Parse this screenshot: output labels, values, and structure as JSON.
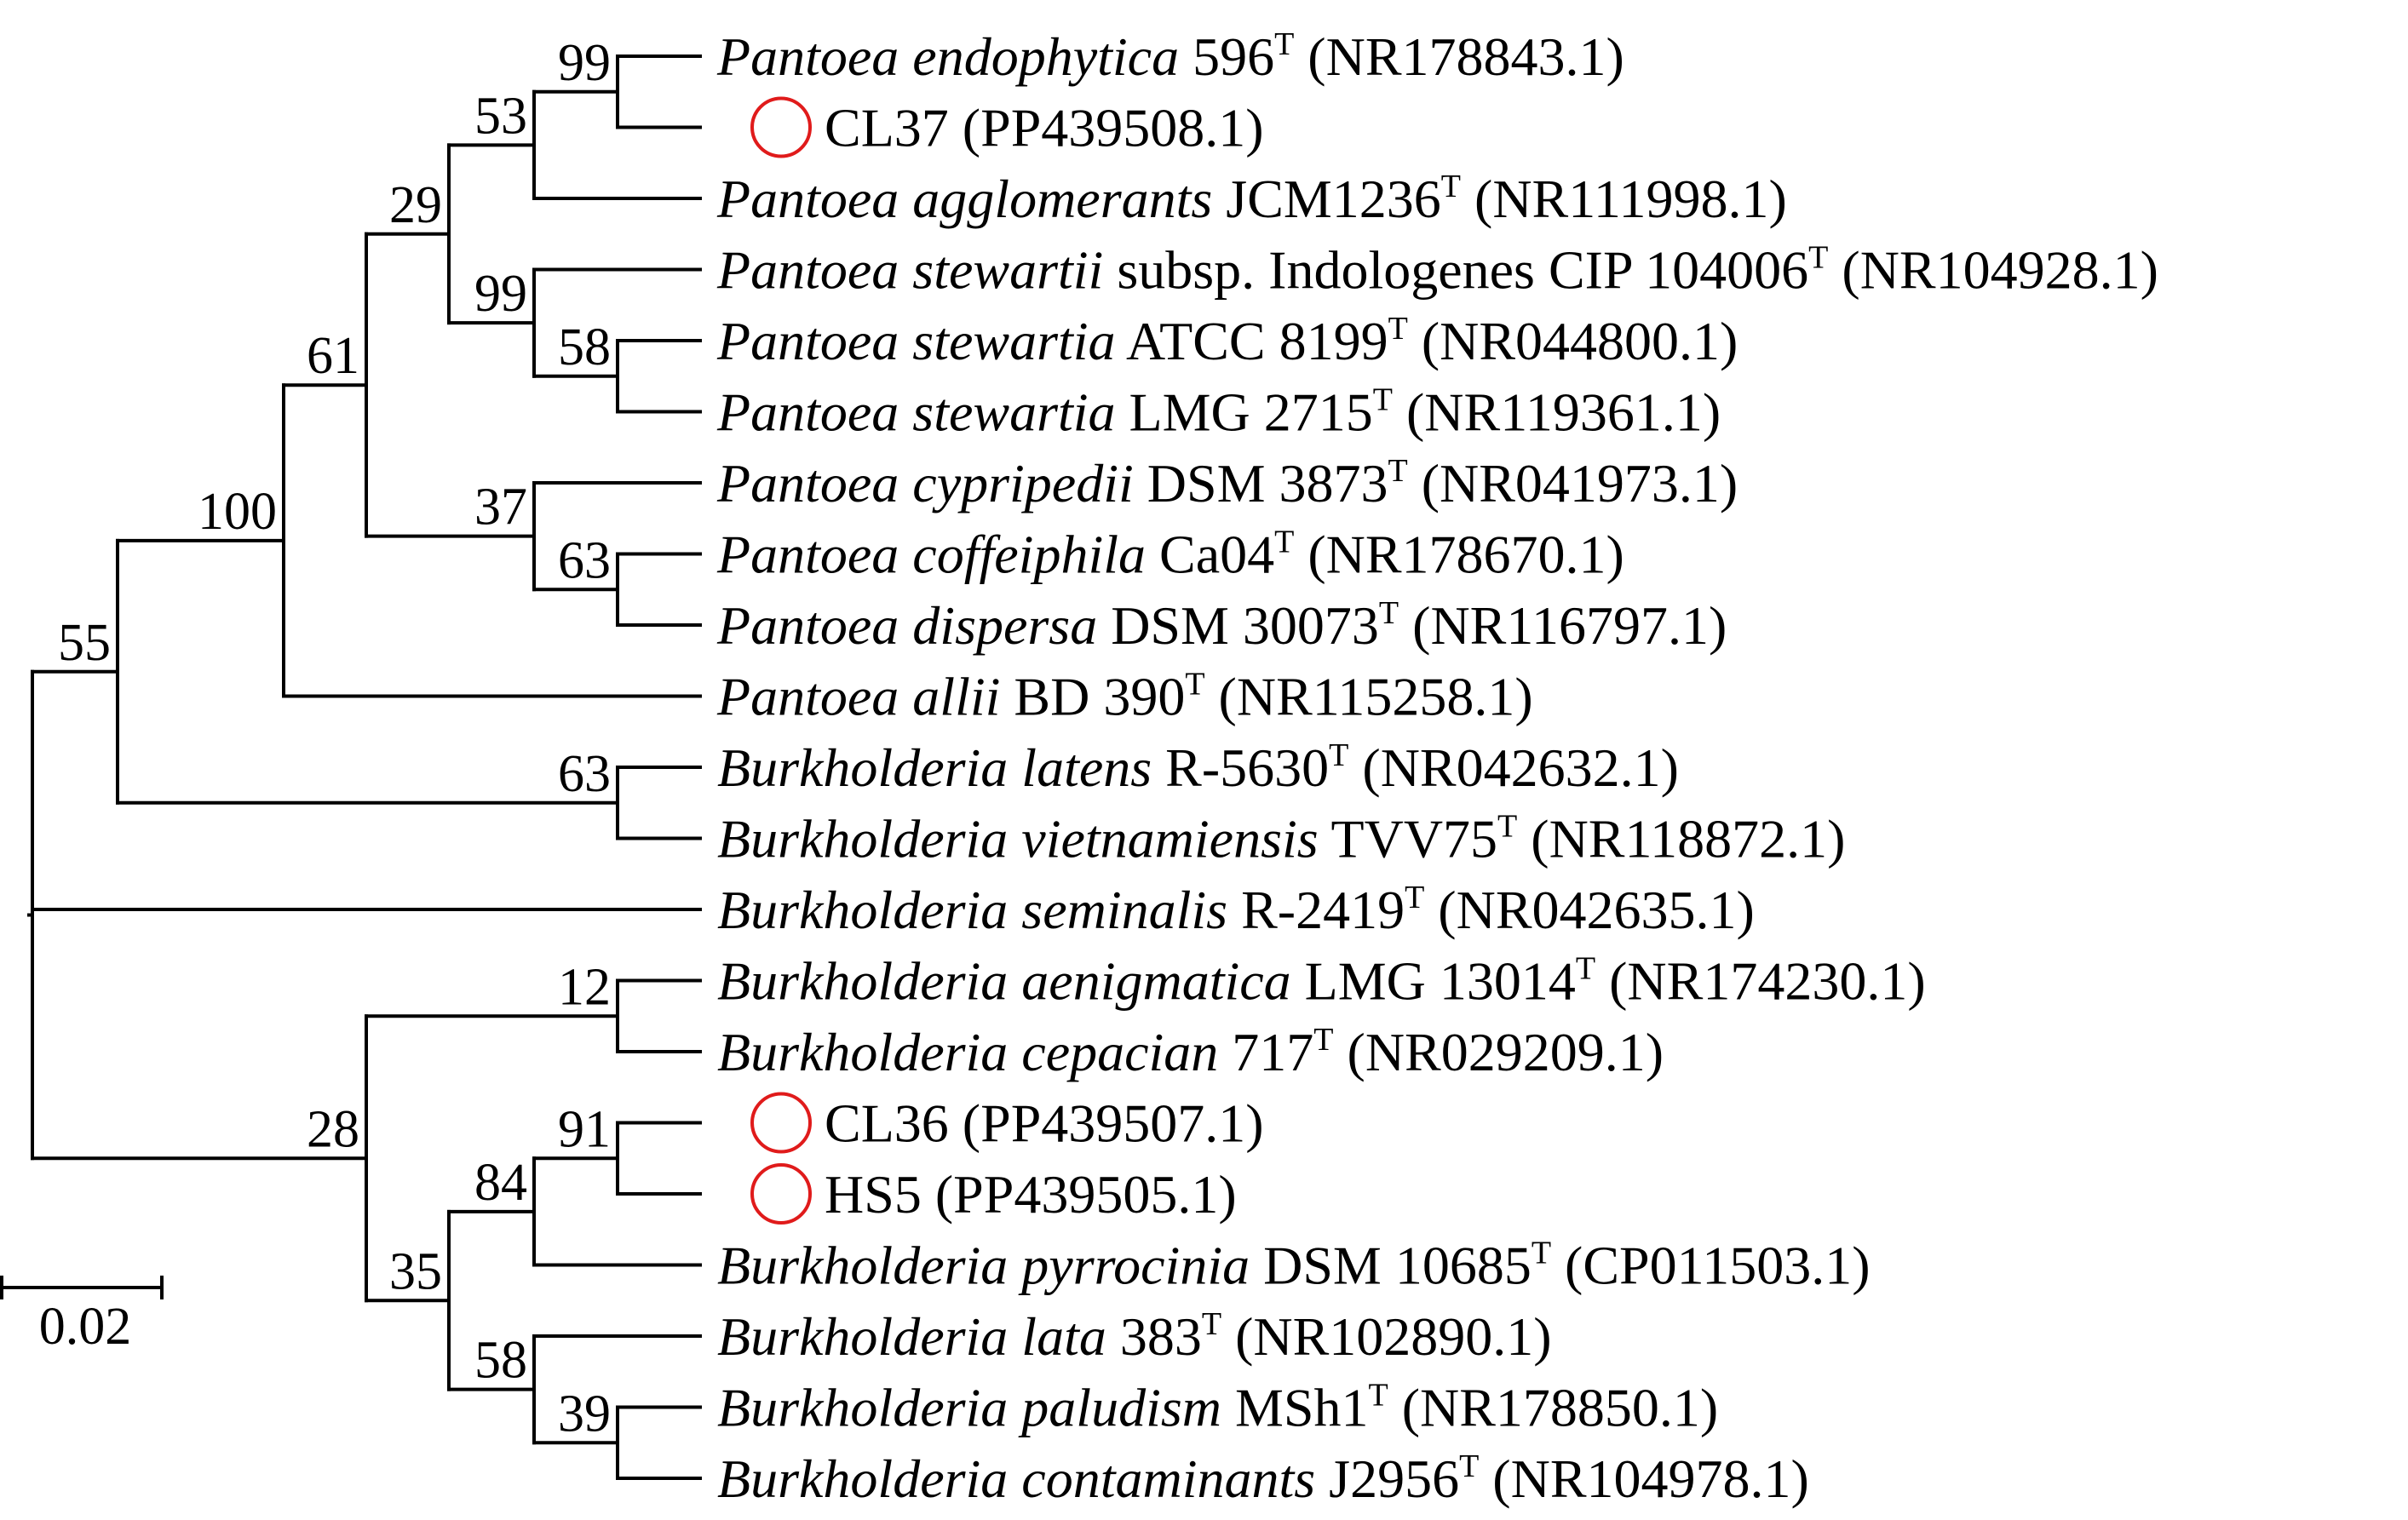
{
  "tree": {
    "root": "n0",
    "nodes": [
      {
        "id": "n0",
        "parent": null,
        "bootstrap": null
      },
      {
        "id": "n1",
        "parent": "n0",
        "bootstrap": "55"
      },
      {
        "id": "n2",
        "parent": "n1",
        "bootstrap": "100"
      },
      {
        "id": "n3",
        "parent": "n2",
        "bootstrap": "61"
      },
      {
        "id": "n4",
        "parent": "n3",
        "bootstrap": "29"
      },
      {
        "id": "n5",
        "parent": "n4",
        "bootstrap": "53"
      },
      {
        "id": "n6",
        "parent": "n5",
        "bootstrap": "99"
      },
      {
        "id": "n7",
        "parent": "n4",
        "bootstrap": "99"
      },
      {
        "id": "n8",
        "parent": "n7",
        "bootstrap": "58"
      },
      {
        "id": "n9",
        "parent": "n3",
        "bootstrap": "37"
      },
      {
        "id": "n10",
        "parent": "n9",
        "bootstrap": "63"
      },
      {
        "id": "n11",
        "parent": "n1",
        "bootstrap": "63"
      },
      {
        "id": "m1",
        "parent": "n0",
        "bootstrap": "28"
      },
      {
        "id": "m2",
        "parent": "m1",
        "bootstrap": "12"
      },
      {
        "id": "m3",
        "parent": "m1",
        "bootstrap": "35"
      },
      {
        "id": "m4",
        "parent": "m3",
        "bootstrap": "84"
      },
      {
        "id": "m5",
        "parent": "m4",
        "bootstrap": "91"
      },
      {
        "id": "m6",
        "parent": "m3",
        "bootstrap": "58"
      },
      {
        "id": "m7",
        "parent": "m6",
        "bootstrap": "39"
      }
    ],
    "tips": [
      {
        "parent": "n6",
        "species": "Pantoea endophytica",
        "strain": "596",
        "sup": "T",
        "accession": "(NR178843.1)",
        "marked": false
      },
      {
        "parent": "n6",
        "species": "",
        "strain": "CL37",
        "sup": "",
        "accession": "(PP439508.1)",
        "marked": true
      },
      {
        "parent": "n5",
        "species": "Pantoea agglomerants",
        "strain": "JCM1236",
        "sup": "T",
        "accession": "(NR111998.1)",
        "marked": false
      },
      {
        "parent": "n7",
        "species": "Pantoea stewartii",
        "strain": "subsp. Indologenes CIP 104006",
        "sup": "T",
        "accession": "(NR104928.1)",
        "marked": false
      },
      {
        "parent": "n8",
        "species": "Pantoea stewartia",
        "strain": "ATCC 8199",
        "sup": "T",
        "accession": "(NR044800.1)",
        "marked": false
      },
      {
        "parent": "n8",
        "species": "Pantoea stewartia",
        "strain": "LMG 2715",
        "sup": "T",
        "accession": "(NR119361.1)",
        "marked": false
      },
      {
        "parent": "n9",
        "species": "Pantoea cypripedii",
        "strain": "DSM 3873",
        "sup": "T",
        "accession": "(NR041973.1)",
        "marked": false
      },
      {
        "parent": "n10",
        "species": "Pantoea coffeiphila",
        "strain": "Ca04",
        "sup": "T",
        "accession": "(NR178670.1)",
        "marked": false
      },
      {
        "parent": "n10",
        "species": "Pantoea dispersa",
        "strain": "DSM 30073",
        "sup": "T",
        "accession": "(NR116797.1)",
        "marked": false
      },
      {
        "parent": "n2",
        "species": "Pantoea allii",
        "strain": "BD 390",
        "sup": "T",
        "accession": "(NR115258.1)",
        "marked": false
      },
      {
        "parent": "n11",
        "species": "Burkholderia latens",
        "strain": "R-5630",
        "sup": "T",
        "accession": "(NR042632.1)",
        "marked": false
      },
      {
        "parent": "n11",
        "species": "Burkholderia vietnamiensis",
        "strain": "TVV75",
        "sup": "T",
        "accession": "(NR118872.1)",
        "marked": false
      },
      {
        "parent": "n0",
        "species": "Burkholderia seminalis",
        "strain": "R-2419",
        "sup": "T",
        "accession": "(NR042635.1)",
        "marked": false
      },
      {
        "parent": "m2",
        "species": "Burkholderia aenigmatica",
        "strain": "LMG 13014",
        "sup": "T",
        "accession": "(NR174230.1)",
        "marked": false
      },
      {
        "parent": "m2",
        "species": "Burkholderia cepacian",
        "strain": "717",
        "sup": "T",
        "accession": "(NR029209.1)",
        "marked": false
      },
      {
        "parent": "m5",
        "species": "",
        "strain": "CL36",
        "sup": "",
        "accession": "(PP439507.1)",
        "marked": true
      },
      {
        "parent": "m5",
        "species": "",
        "strain": "HS5",
        "sup": "",
        "accession": "(PP439505.1)",
        "marked": true
      },
      {
        "parent": "m4",
        "species": "Burkholderia pyrrocinia",
        "strain": "DSM 10685",
        "sup": "T",
        "accession": "(CP011503.1)",
        "marked": false
      },
      {
        "parent": "m6",
        "species": "Burkholderia lata",
        "strain": "383",
        "sup": "T",
        "accession": "(NR102890.1)",
        "marked": false
      },
      {
        "parent": "m7",
        "species": "Burkholderia paludism",
        "strain": "MSh1",
        "sup": "T",
        "accession": "(NR178850.1)",
        "marked": false
      },
      {
        "parent": "m7",
        "species": "Burkholderia contaminants",
        "strain": "J2956",
        "sup": "T",
        "accession": "(NR104978.1)",
        "marked": false
      }
    ],
    "scale_bar_label": "0.02",
    "colors": {
      "branch": "#000000",
      "marker": "#e01b1b"
    }
  }
}
